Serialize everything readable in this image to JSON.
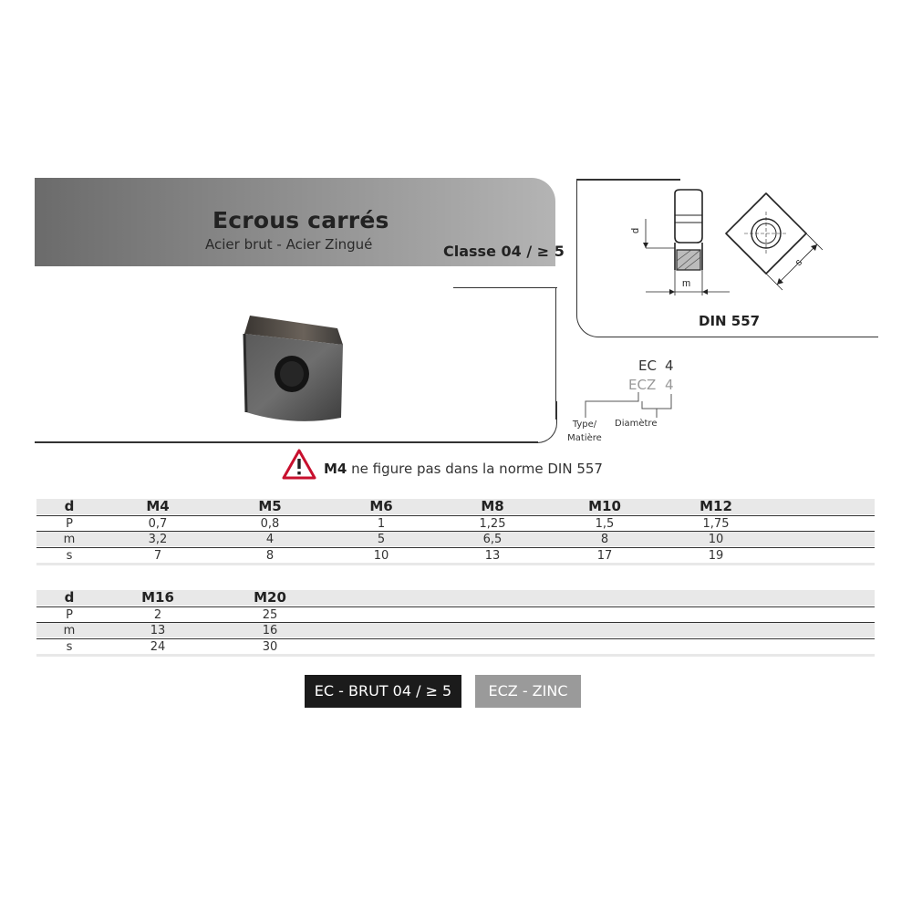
{
  "header": {
    "title": "Ecrous carrés",
    "subtitle": "Acier brut - Acier Zingué",
    "classe": "Classe 04 / ≥ 5"
  },
  "drawing": {
    "standard": "DIN 557",
    "dim_d": "d",
    "dim_m": "m",
    "dim_s": "s"
  },
  "code_legend": {
    "ec": "EC",
    "ec_num": "4",
    "ecz": "ECZ",
    "ecz_num": "4",
    "type_label_1": "Type/",
    "type_label_2": "Matière",
    "diam_label": "Diamètre"
  },
  "warning": {
    "bold": "M4",
    "text": " ne figure pas dans la norme DIN 557"
  },
  "table1": {
    "labels": [
      "d",
      "P",
      "m",
      "s"
    ],
    "columns": [
      "M4",
      "M5",
      "M6",
      "M8",
      "M10",
      "M12"
    ],
    "P": [
      "0,7",
      "0,8",
      "1",
      "1,25",
      "1,5",
      "1,75"
    ],
    "m": [
      "3,2",
      "4",
      "5",
      "6,5",
      "8",
      "10"
    ],
    "s": [
      "7",
      "8",
      "10",
      "13",
      "17",
      "19"
    ]
  },
  "table2": {
    "labels": [
      "d",
      "P",
      "m",
      "s"
    ],
    "columns": [
      "M16",
      "M20"
    ],
    "P": [
      "2",
      "25"
    ],
    "m": [
      "13",
      "16"
    ],
    "s": [
      "24",
      "30"
    ]
  },
  "badges": {
    "ec": "EC - BRUT 04 / ≥ 5",
    "ecz": "ECZ - ZINC"
  },
  "colors": {
    "banner_dark": "#6b6b6b",
    "banner_light": "#b4b4b4",
    "table_shade": "#e8e8e8",
    "warning_red": "#c8102e",
    "badge_ec": "#1b1b1b",
    "badge_ecz": "#9a9a9a"
  }
}
